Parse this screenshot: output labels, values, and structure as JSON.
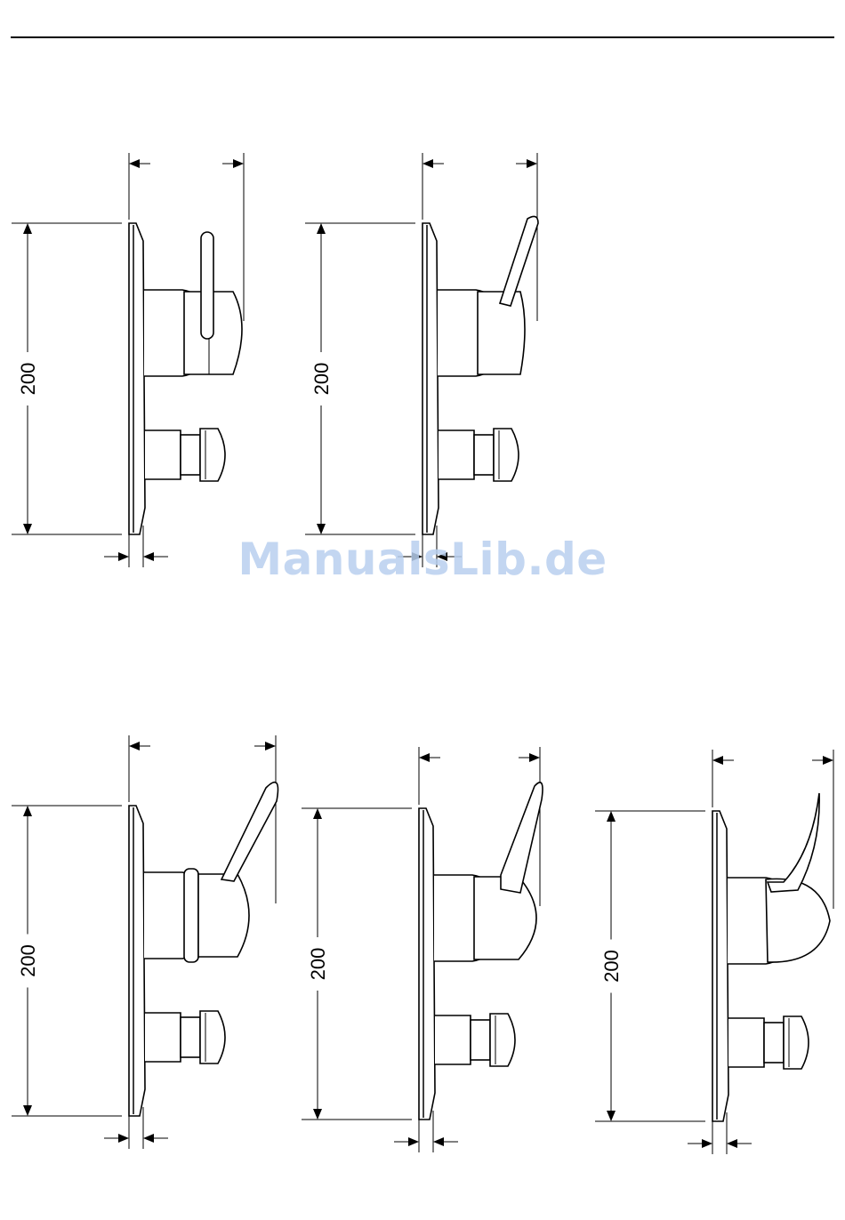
{
  "page": {
    "watermark": "ManualsLib.de"
  },
  "drawings": [
    {
      "id": "drawing-1",
      "height_label": "200",
      "handle_style": "lever-vertical"
    },
    {
      "id": "drawing-2",
      "height_label": "200",
      "handle_style": "lever-angled-thin"
    },
    {
      "id": "drawing-3",
      "height_label": "200",
      "handle_style": "lever-paddle-round"
    },
    {
      "id": "drawing-4",
      "height_label": "200",
      "handle_style": "lever-blade"
    },
    {
      "id": "drawing-5",
      "height_label": "200",
      "handle_style": "lever-curved"
    }
  ],
  "colors": {
    "line": "#000000",
    "watermark": "#b9d0ef"
  }
}
